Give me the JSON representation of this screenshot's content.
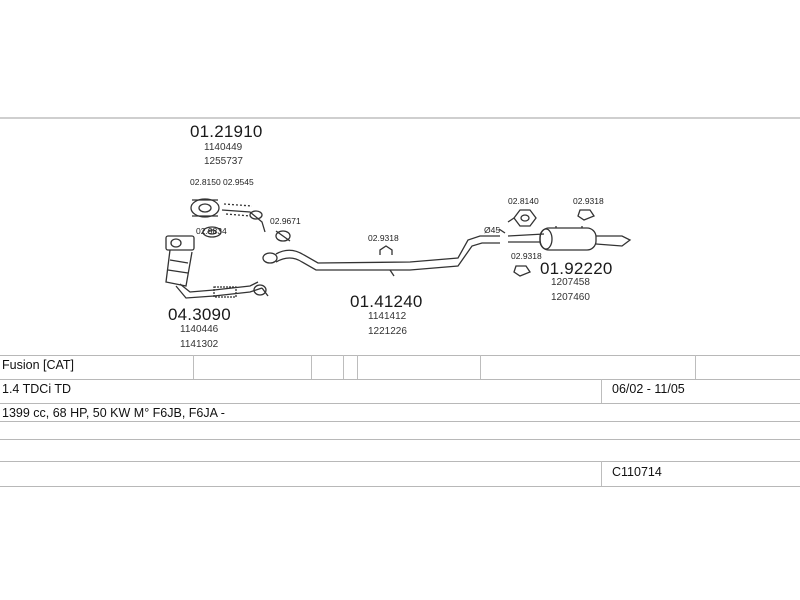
{
  "parts": {
    "p1": {
      "number": "01.21910",
      "oem": [
        "1140449",
        "1255737"
      ]
    },
    "p2": {
      "number": "04.3090",
      "oem": [
        "1140446",
        "1141302"
      ]
    },
    "p3": {
      "number": "01.41240",
      "oem": [
        "1141412",
        "1221226"
      ]
    },
    "p4": {
      "number": "01.92220",
      "oem": [
        "1207458",
        "1207460"
      ]
    }
  },
  "refs": {
    "r1": "02.8150",
    "r2": "02.9545",
    "r3": "02.9834",
    "r4": "02.9671",
    "r5": "02.9318",
    "r6": "Ø45",
    "r7": "02.8140",
    "r8": "02.9318",
    "r9": "02.9318"
  },
  "table": {
    "model": "Fusion  [CAT]",
    "engine": "1.4 TDCi TD",
    "years": "06/02 - 11/05",
    "specs": "1399 cc, 68 HP, 50 KW M° F6JB, F6JA -",
    "code": "C110714"
  }
}
